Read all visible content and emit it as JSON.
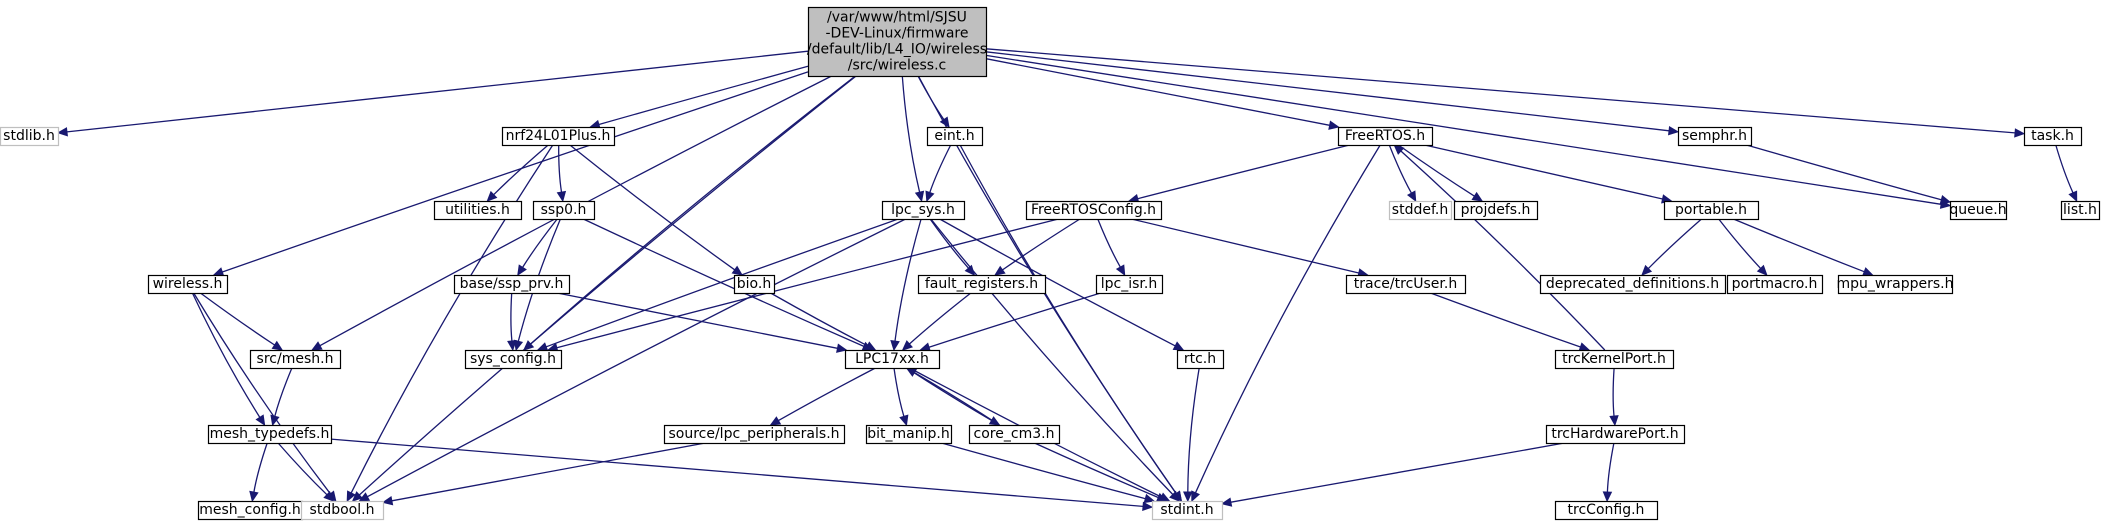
{
  "colors": {
    "edge": "#191970",
    "root_fill": "#bfbfbf",
    "node_fill": "#ffffff",
    "node_border": "#000000",
    "system_border": "#bfbfbf"
  },
  "nodes": [
    {
      "id": "root",
      "lines": [
        "/var/www/html/SJSU",
        "-DEV-Linux/firmware",
        "/default/lib/L4_IO/wireless",
        "/src/wireless.c"
      ],
      "kind": "root"
    },
    {
      "id": "stdlib",
      "lines": [
        "stdlib.h"
      ],
      "kind": "system"
    },
    {
      "id": "nrf24",
      "lines": [
        "nrf24L01Plus.h"
      ],
      "kind": "header"
    },
    {
      "id": "eint",
      "lines": [
        "eint.h"
      ],
      "kind": "header"
    },
    {
      "id": "freertos",
      "lines": [
        "FreeRTOS.h"
      ],
      "kind": "header"
    },
    {
      "id": "semphr",
      "lines": [
        "semphr.h"
      ],
      "kind": "header"
    },
    {
      "id": "task",
      "lines": [
        "task.h"
      ],
      "kind": "header"
    },
    {
      "id": "utilities",
      "lines": [
        "utilities.h"
      ],
      "kind": "header"
    },
    {
      "id": "ssp0",
      "lines": [
        "ssp0.h"
      ],
      "kind": "header"
    },
    {
      "id": "lpcsys",
      "lines": [
        "lpc_sys.h"
      ],
      "kind": "header"
    },
    {
      "id": "freertosconfig",
      "lines": [
        "FreeRTOSConfig.h"
      ],
      "kind": "header"
    },
    {
      "id": "stddef",
      "lines": [
        "stddef.h"
      ],
      "kind": "system"
    },
    {
      "id": "projdefs",
      "lines": [
        "projdefs.h"
      ],
      "kind": "header"
    },
    {
      "id": "queue",
      "lines": [
        "queue.h"
      ],
      "kind": "header"
    },
    {
      "id": "list",
      "lines": [
        "list.h"
      ],
      "kind": "header"
    },
    {
      "id": "wireless",
      "lines": [
        "wireless.h"
      ],
      "kind": "header"
    },
    {
      "id": "basesspprv",
      "lines": [
        "base/ssp_prv.h"
      ],
      "kind": "header"
    },
    {
      "id": "bio",
      "lines": [
        "bio.h"
      ],
      "kind": "header"
    },
    {
      "id": "faultregs",
      "lines": [
        "fault_registers.h"
      ],
      "kind": "header"
    },
    {
      "id": "lpcisr",
      "lines": [
        "lpc_isr.h"
      ],
      "kind": "header"
    },
    {
      "id": "trcuser",
      "lines": [
        "trace/trcUser.h"
      ],
      "kind": "header"
    },
    {
      "id": "portable",
      "lines": [
        "portable.h"
      ],
      "kind": "header"
    },
    {
      "id": "deprecated",
      "lines": [
        "deprecated_definitions.h"
      ],
      "kind": "header"
    },
    {
      "id": "portmacro",
      "lines": [
        "portmacro.h"
      ],
      "kind": "header"
    },
    {
      "id": "mpuwrappers",
      "lines": [
        "mpu_wrappers.h"
      ],
      "kind": "header"
    },
    {
      "id": "srcmesh",
      "lines": [
        "src/mesh.h"
      ],
      "kind": "header"
    },
    {
      "id": "sysconfig",
      "lines": [
        "sys_config.h"
      ],
      "kind": "header"
    },
    {
      "id": "lpc17xx",
      "lines": [
        "LPC17xx.h"
      ],
      "kind": "header"
    },
    {
      "id": "rtc",
      "lines": [
        "rtc.h"
      ],
      "kind": "header"
    },
    {
      "id": "trckernel",
      "lines": [
        "trcKernelPort.h"
      ],
      "kind": "header"
    },
    {
      "id": "meshtypedefs",
      "lines": [
        "mesh_typedefs.h"
      ],
      "kind": "header"
    },
    {
      "id": "sourcelpc",
      "lines": [
        "source/lpc_peripherals.h"
      ],
      "kind": "header"
    },
    {
      "id": "bitmanip",
      "lines": [
        "bit_manip.h"
      ],
      "kind": "header"
    },
    {
      "id": "corecm3",
      "lines": [
        "core_cm3.h"
      ],
      "kind": "header"
    },
    {
      "id": "trchardware",
      "lines": [
        "trcHardwarePort.h"
      ],
      "kind": "header"
    },
    {
      "id": "meshconfig",
      "lines": [
        "mesh_config.h"
      ],
      "kind": "header"
    },
    {
      "id": "stdbool",
      "lines": [
        "stdbool.h"
      ],
      "kind": "system"
    },
    {
      "id": "stdint",
      "lines": [
        "stdint.h"
      ],
      "kind": "system"
    },
    {
      "id": "trcconfig",
      "lines": [
        "trcConfig.h"
      ],
      "kind": "header"
    }
  ],
  "edges": [
    [
      "root",
      "stdlib"
    ],
    [
      "root",
      "nrf24"
    ],
    [
      "root",
      "eint"
    ],
    [
      "root",
      "freertos"
    ],
    [
      "root",
      "semphr"
    ],
    [
      "root",
      "task"
    ],
    [
      "root",
      "queue"
    ],
    [
      "root",
      "lpcsys"
    ],
    [
      "root",
      "wireless"
    ],
    [
      "root",
      "srcmesh"
    ],
    [
      "root",
      "sysconfig"
    ],
    [
      "root",
      "stdbool"
    ],
    [
      "root",
      "stdint"
    ],
    [
      "nrf24",
      "utilities"
    ],
    [
      "nrf24",
      "ssp0"
    ],
    [
      "nrf24",
      "bio"
    ],
    [
      "nrf24",
      "stdbool"
    ],
    [
      "eint",
      "lpcsys"
    ],
    [
      "eint",
      "stdint"
    ],
    [
      "freertos",
      "freertosconfig"
    ],
    [
      "freertos",
      "stddef"
    ],
    [
      "freertos",
      "projdefs"
    ],
    [
      "freertos",
      "portable"
    ],
    [
      "freertos",
      "stdint"
    ],
    [
      "semphr",
      "queue"
    ],
    [
      "task",
      "list"
    ],
    [
      "ssp0",
      "basesspprv"
    ],
    [
      "ssp0",
      "sysconfig"
    ],
    [
      "ssp0",
      "lpc17xx"
    ],
    [
      "lpcsys",
      "sysconfig"
    ],
    [
      "lpcsys",
      "faultregs"
    ],
    [
      "lpcsys",
      "lpc17xx"
    ],
    [
      "lpcsys",
      "rtc"
    ],
    [
      "lpcsys",
      "stdint"
    ],
    [
      "lpcsys",
      "stdbool"
    ],
    [
      "freertosconfig",
      "faultregs"
    ],
    [
      "freertosconfig",
      "lpcisr"
    ],
    [
      "freertosconfig",
      "trcuser"
    ],
    [
      "freertosconfig",
      "sysconfig"
    ],
    [
      "portable",
      "deprecated"
    ],
    [
      "portable",
      "portmacro"
    ],
    [
      "portable",
      "mpuwrappers"
    ],
    [
      "wireless",
      "srcmesh"
    ],
    [
      "wireless",
      "meshtypedefs"
    ],
    [
      "wireless",
      "stdbool"
    ],
    [
      "basesspprv",
      "sysconfig"
    ],
    [
      "basesspprv",
      "lpc17xx"
    ],
    [
      "bio",
      "lpc17xx"
    ],
    [
      "faultregs",
      "lpc17xx"
    ],
    [
      "lpcisr",
      "lpc17xx"
    ],
    [
      "trcuser",
      "trckernel"
    ],
    [
      "srcmesh",
      "meshtypedefs"
    ],
    [
      "lpc17xx",
      "sourcelpc"
    ],
    [
      "lpc17xx",
      "bitmanip"
    ],
    [
      "lpc17xx",
      "corecm3"
    ],
    [
      "lpc17xx",
      "stdint"
    ],
    [
      "corecm3",
      "lpc17xx"
    ],
    [
      "rtc",
      "stdint"
    ],
    [
      "trckernel",
      "trchardware"
    ],
    [
      "trckernel",
      "freertos"
    ],
    [
      "meshtypedefs",
      "meshconfig"
    ],
    [
      "meshtypedefs",
      "stdbool"
    ],
    [
      "meshtypedefs",
      "stdint"
    ],
    [
      "sourcelpc",
      "stdbool"
    ],
    [
      "bitmanip",
      "stdint"
    ],
    [
      "corecm3",
      "stdint"
    ],
    [
      "trchardware",
      "trcconfig"
    ],
    [
      "trchardware",
      "stdint"
    ]
  ]
}
